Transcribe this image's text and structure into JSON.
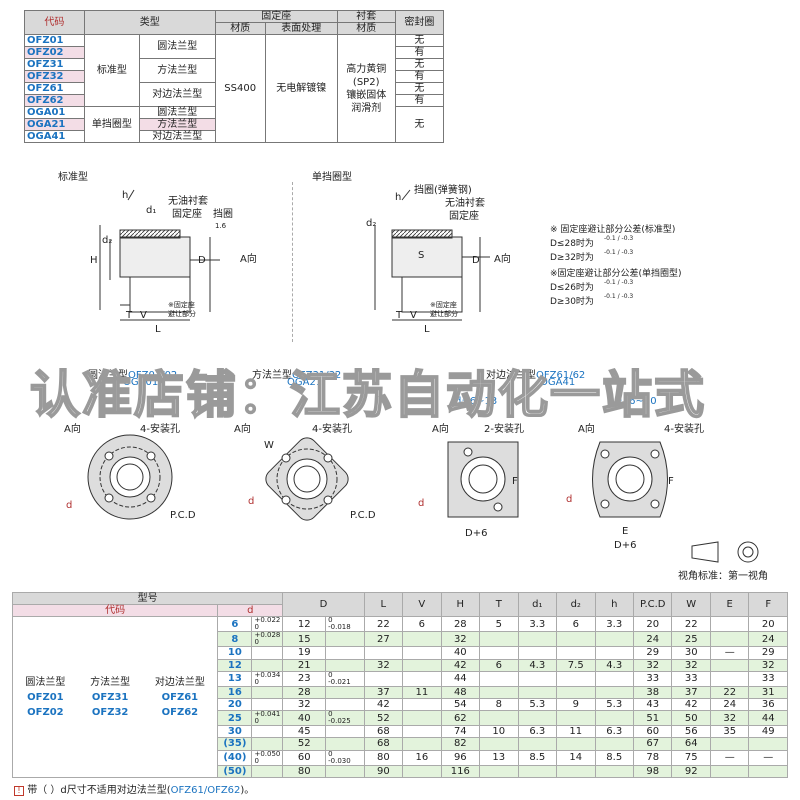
{
  "top_table": {
    "headers": {
      "code": "代码",
      "type": "类型",
      "seat": "固定座",
      "bushing": "衬套",
      "seal": "密封圈",
      "material": "材质",
      "surface": "表面处理",
      "material2": "材质"
    },
    "codes": [
      "OFZ01",
      "OFZ02",
      "OFZ31",
      "OFZ32",
      "OFZ61",
      "OFZ62",
      "OGA01",
      "OGA21",
      "OGA41"
    ],
    "group_standard": "标准型",
    "group_stopper": "单挡圈型",
    "types": [
      "圆法兰型",
      "方法兰型",
      "对边法兰型",
      "圆法兰型",
      "方法兰型",
      "对边法兰型"
    ],
    "seat_material": "SS400",
    "surface": "无电解镀镍",
    "bushing_material": [
      "高力黄铜",
      "(SP2)",
      "镶嵌固体",
      "润滑剂"
    ],
    "seal": [
      "无",
      "有",
      "无",
      "有",
      "无",
      "有",
      "无"
    ]
  },
  "diagrams": {
    "standard_title": "标准型",
    "stopper_title": "单挡圈型",
    "labels_std": [
      "无油衬套",
      "固定座",
      "挡圈",
      "A向",
      "H",
      "d₂",
      "d₁",
      "D",
      "h",
      "T",
      "V",
      "L",
      "1.6",
      "※固定座",
      "避让部分"
    ],
    "labels_stop": [
      "挡圈(弹簧钢)",
      "无油衬套",
      "固定座",
      "A向",
      "h",
      "d₂",
      "S",
      "D",
      "T",
      "V",
      "L",
      "※固定座",
      "避让部分"
    ],
    "notes": [
      "※ 固定座避让部分公差(标准型)",
      "D≤28时为",
      "D≥32时为",
      "※固定座避让部分公差(单挡圈型)",
      "D≤26时为",
      "D≥30时为"
    ],
    "tol_tiny": "-0.1 / -0.3",
    "flange_titles": [
      {
        "name": "圆法兰型",
        "code1": "OFZ01/02",
        "code2": "OGA01"
      },
      {
        "name": "方法兰型",
        "code1": "OFZ31/32",
        "code2": "OGA21"
      },
      {
        "name": "对边法兰型",
        "code1": "OFZ61/62",
        "code2": "OGA41"
      }
    ],
    "d_range1": "d=6~13",
    "d_range2": "d=16~30",
    "view_labels": [
      "A向",
      "A向",
      "A向",
      "A向"
    ],
    "holes": [
      "4-安装孔",
      "4-安装孔",
      "2-安装孔",
      "4-安装孔"
    ],
    "pcd": "P.C.D",
    "w": "W",
    "f": "F",
    "e": "E",
    "d6": "D+6",
    "d": "d",
    "view_std": "视角标准：第一视角"
  },
  "watermark": "认准店铺：江苏自动化一站式",
  "dim_table": {
    "header_model": "型号",
    "header_code": "代码",
    "header_d": "d",
    "cols": [
      "D",
      "L",
      "V",
      "H",
      "T",
      "d₁",
      "d₂",
      "h",
      "P.C.D",
      "W",
      "E",
      "F"
    ],
    "groups": {
      "round": "圆法兰型",
      "square": "方法兰型",
      "flat": "对边法兰型"
    },
    "codes": {
      "round": [
        "OFZ01",
        "OFZ02"
      ],
      "square": [
        "OFZ31",
        "OFZ32"
      ],
      "flat": [
        "OFZ61",
        "OFZ62"
      ]
    },
    "rows": [
      {
        "d": "6",
        "dt": "+0.022",
        "dt2": "0",
        "D": "12",
        "Dt": "0",
        "Dt2": "-0.018",
        "L": "22",
        "V": "6",
        "H": "28",
        "T": "5",
        "d1": "3.3",
        "d2": "6",
        "h": "3.3",
        "pcd": "20",
        "W": "22",
        "E": "",
        "F": "20"
      },
      {
        "d": "8",
        "dt": "+0.028",
        "dt2": "0",
        "D": "15",
        "Dt": "",
        "Dt2": "",
        "L": "27",
        "V": "",
        "H": "32",
        "T": "",
        "d1": "",
        "d2": "",
        "h": "",
        "pcd": "24",
        "W": "25",
        "E": "",
        "F": "24"
      },
      {
        "d": "10",
        "dt": "",
        "dt2": "",
        "D": "19",
        "Dt": "",
        "Dt2": "",
        "L": "",
        "V": "",
        "H": "40",
        "T": "",
        "d1": "",
        "d2": "",
        "h": "",
        "pcd": "29",
        "W": "30",
        "E": "—",
        "F": "29"
      },
      {
        "d": "12",
        "dt": "",
        "dt2": "",
        "D": "21",
        "Dt": "",
        "Dt2": "",
        "L": "32",
        "V": "",
        "H": "42",
        "T": "6",
        "d1": "4.3",
        "d2": "7.5",
        "h": "4.3",
        "pcd": "32",
        "W": "32",
        "E": "",
        "F": "32"
      },
      {
        "d": "13",
        "dt": "+0.034",
        "dt2": "0",
        "D": "23",
        "Dt": "0",
        "Dt2": "-0.021",
        "L": "",
        "V": "",
        "H": "44",
        "T": "",
        "d1": "",
        "d2": "",
        "h": "",
        "pcd": "33",
        "W": "33",
        "E": "",
        "F": "33"
      },
      {
        "d": "16",
        "dt": "",
        "dt2": "",
        "D": "28",
        "Dt": "",
        "Dt2": "",
        "L": "37",
        "V": "11",
        "H": "48",
        "T": "",
        "d1": "",
        "d2": "",
        "h": "",
        "pcd": "38",
        "W": "37",
        "E": "22",
        "F": "31"
      },
      {
        "d": "20",
        "dt": "",
        "dt2": "",
        "D": "32",
        "Dt": "",
        "Dt2": "",
        "L": "42",
        "V": "",
        "H": "54",
        "T": "8",
        "d1": "5.3",
        "d2": "9",
        "h": "5.3",
        "pcd": "43",
        "W": "42",
        "E": "24",
        "F": "36"
      },
      {
        "d": "25",
        "dt": "+0.041",
        "dt2": "0",
        "D": "40",
        "Dt": "0",
        "Dt2": "-0.025",
        "L": "52",
        "V": "",
        "H": "62",
        "T": "",
        "d1": "",
        "d2": "",
        "h": "",
        "pcd": "51",
        "W": "50",
        "E": "32",
        "F": "44"
      },
      {
        "d": "30",
        "dt": "",
        "dt2": "",
        "D": "45",
        "Dt": "",
        "Dt2": "",
        "L": "68",
        "V": "",
        "H": "74",
        "T": "10",
        "d1": "6.3",
        "d2": "11",
        "h": "6.3",
        "pcd": "60",
        "W": "56",
        "E": "35",
        "F": "49"
      },
      {
        "d": "(35)",
        "dt": "",
        "dt2": "",
        "D": "52",
        "Dt": "",
        "Dt2": "",
        "L": "68",
        "V": "",
        "H": "82",
        "T": "",
        "d1": "",
        "d2": "",
        "h": "",
        "pcd": "67",
        "W": "64",
        "E": "",
        "F": ""
      },
      {
        "d": "(40)",
        "dt": "+0.050",
        "dt2": "0",
        "D": "60",
        "Dt": "0",
        "Dt2": "-0.030",
        "L": "80",
        "V": "16",
        "H": "96",
        "T": "13",
        "d1": "8.5",
        "d2": "14",
        "h": "8.5",
        "pcd": "78",
        "W": "75",
        "E": "—",
        "F": "—"
      },
      {
        "d": "(50)",
        "dt": "",
        "dt2": "",
        "D": "80",
        "Dt": "",
        "Dt2": "",
        "L": "90",
        "V": "",
        "H": "116",
        "T": "",
        "d1": "",
        "d2": "",
        "h": "",
        "pcd": "98",
        "W": "92",
        "E": "",
        "F": ""
      }
    ]
  },
  "footnote": {
    "icon": "!",
    "text": "带（ ）d尺寸不适用对边法兰型(",
    "codes": "OFZ61/OFZ62",
    "end": ")。"
  }
}
